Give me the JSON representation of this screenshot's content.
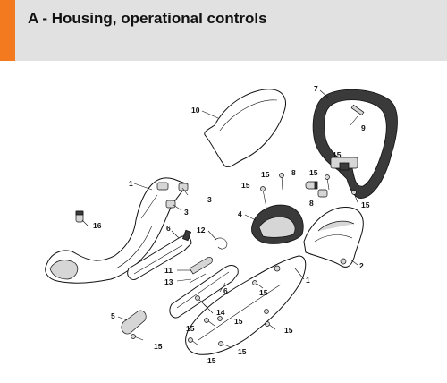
{
  "header": {
    "title": "A - Housing, operational controls",
    "accent_color": "#f37a1f",
    "background_color": "#e1e1e1"
  },
  "callouts": {
    "c1a": "1",
    "c1b": "1",
    "c2": "2",
    "c3a": "3",
    "c3b": "3",
    "c4": "4",
    "c5": "5",
    "c6a": "6",
    "c6b": "6",
    "c7": "7",
    "c8a": "8",
    "c8b": "8",
    "c9": "9",
    "c10": "10",
    "c11": "11",
    "c12": "12",
    "c13": "13",
    "c14": "14",
    "c15a": "15",
    "c15b": "15",
    "c15c": "15",
    "c15d": "15",
    "c15e": "15",
    "c15f": "15",
    "c15g": "15",
    "c15h": "15",
    "c15i": "15",
    "c15j": "15",
    "c15k": "15",
    "c15l": "15",
    "c16": "16"
  }
}
